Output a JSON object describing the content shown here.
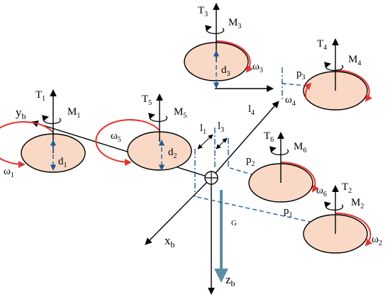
{
  "axes": {
    "x": {
      "base": "x",
      "sub": "b"
    },
    "y": {
      "base": "y",
      "sub": "b"
    },
    "z": {
      "base": "z",
      "sub": "b"
    }
  },
  "gravity": "G",
  "rotors": [
    {
      "id": 1,
      "thrust": {
        "base": "T",
        "sub": "1"
      },
      "moment": {
        "base": "M",
        "sub": "1"
      },
      "omega": {
        "base": "ω",
        "sub": "1"
      },
      "dist": {
        "base": "d",
        "sub": "1"
      }
    },
    {
      "id": 2,
      "thrust": {
        "base": "T",
        "sub": "2"
      },
      "moment": {
        "base": "M",
        "sub": "2"
      },
      "omega": {
        "base": "ω",
        "sub": "2"
      }
    },
    {
      "id": 3,
      "thrust": {
        "base": "T",
        "sub": "3"
      },
      "moment": {
        "base": "M",
        "sub": "3"
      },
      "omega": {
        "base": "ω",
        "sub": "3"
      },
      "dist": {
        "base": "d",
        "sub": "3"
      }
    },
    {
      "id": 4,
      "thrust": {
        "base": "T",
        "sub": "4"
      },
      "moment": {
        "base": "M",
        "sub": "4"
      },
      "omega": {
        "base": "ω",
        "sub": "4"
      }
    },
    {
      "id": 5,
      "thrust": {
        "base": "T",
        "sub": "5"
      },
      "moment": {
        "base": "M",
        "sub": "5"
      },
      "omega": {
        "base": "ω",
        "sub": "5"
      },
      "dist": {
        "base": "d",
        "sub": "2"
      }
    },
    {
      "id": 6,
      "thrust": {
        "base": "T",
        "sub": "6"
      },
      "moment": {
        "base": "M",
        "sub": "6"
      },
      "omega": {
        "base": "ω",
        "sub": "6"
      }
    }
  ],
  "lengths": {
    "l1": {
      "base": "l",
      "sub": "1"
    },
    "l3": {
      "base": "l",
      "sub": "3"
    },
    "l4": {
      "base": "l",
      "sub": "4"
    },
    "p1": {
      "base": "p",
      "sub": "1"
    },
    "p2": {
      "base": "p",
      "sub": "2"
    },
    "p3": {
      "base": "p",
      "sub": "3"
    }
  }
}
